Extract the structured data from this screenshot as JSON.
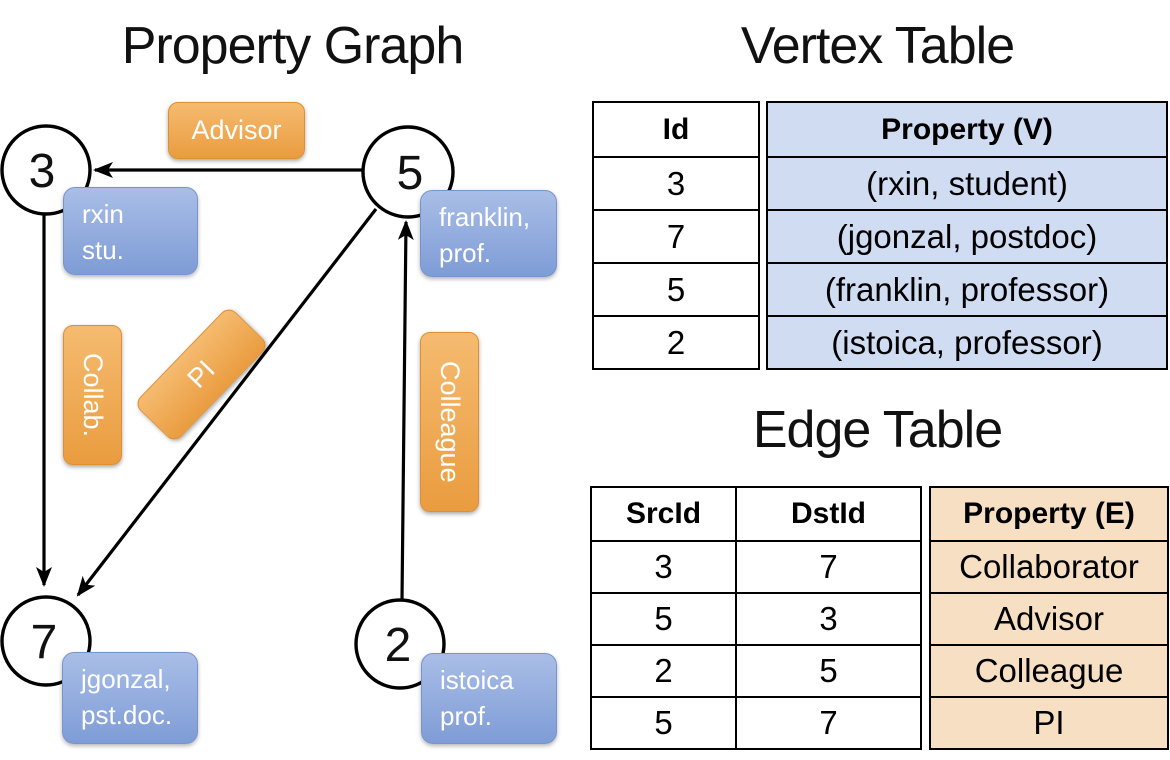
{
  "graph": {
    "title": "Property Graph",
    "vertices": [
      {
        "id": "3",
        "label_lines": [
          "rxin",
          "stu."
        ]
      },
      {
        "id": "5",
        "label_lines": [
          "franklin,",
          "prof."
        ]
      },
      {
        "id": "7",
        "label_lines": [
          "jgonzal,",
          "pst.doc."
        ]
      },
      {
        "id": "2",
        "label_lines": [
          "istoica",
          "prof."
        ]
      }
    ],
    "edge_labels": {
      "advisor": "Advisor",
      "collab": "Collab.",
      "pi": "PI",
      "colleague": "Colleague"
    }
  },
  "vertex_table": {
    "title": "Vertex Table",
    "columns": {
      "id": "Id",
      "property": "Property (V)"
    },
    "rows": [
      {
        "id": "3",
        "property": "(rxin, student)"
      },
      {
        "id": "7",
        "property": "(jgonzal, postdoc)"
      },
      {
        "id": "5",
        "property": "(franklin, professor)"
      },
      {
        "id": "2",
        "property": "(istoica, professor)"
      }
    ]
  },
  "edge_table": {
    "title": "Edge Table",
    "columns": {
      "src": "SrcId",
      "dst": "DstId",
      "property": "Property (E)"
    },
    "rows": [
      {
        "src": "3",
        "dst": "7",
        "property": "Collaborator"
      },
      {
        "src": "5",
        "dst": "3",
        "property": "Advisor"
      },
      {
        "src": "2",
        "dst": "5",
        "property": "Colleague"
      },
      {
        "src": "5",
        "dst": "7",
        "property": "PI"
      }
    ]
  },
  "colors": {
    "ink": "#000000",
    "edge-label-top": "#f5bb70",
    "edge-label-bottom": "#ea9c3f",
    "edge-label-border": "#dd8f33",
    "vertex-label-top": "#a9bee7",
    "vertex-label-bottom": "#7e9cd6",
    "vertex-label-border": "#7795cd",
    "vertex-col-bg": "#cfdcf2",
    "edge-col-bg": "#f6dfc3"
  }
}
